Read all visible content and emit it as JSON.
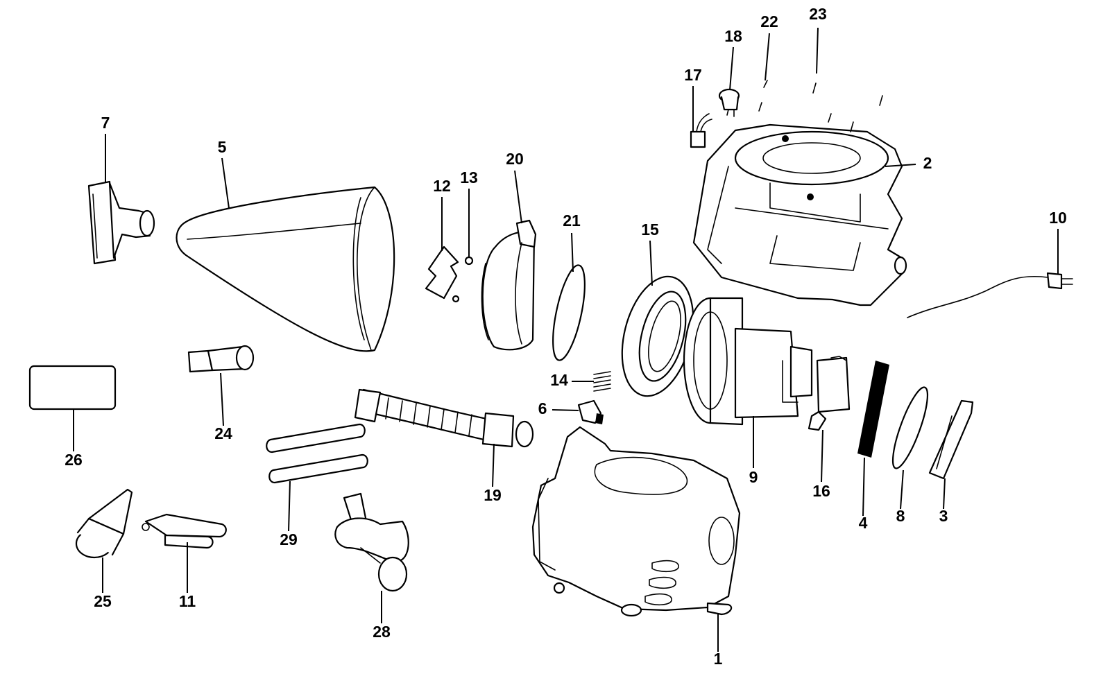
{
  "diagram": {
    "callouts": {
      "c1": "1",
      "c2": "2",
      "c3": "3",
      "c4": "4",
      "c5": "5",
      "c6": "6",
      "c7": "7",
      "c8": "8",
      "c9": "9",
      "c10": "10",
      "c11": "11",
      "c12": "12",
      "c13": "13",
      "c14": "14",
      "c15": "15",
      "c16": "16",
      "c17": "17",
      "c18": "18",
      "c19": "19",
      "c20": "20",
      "c21": "21",
      "c22": "22",
      "c23": "23",
      "c24": "24",
      "c25": "25",
      "c26": "26",
      "c28": "28",
      "c29": "29"
    }
  }
}
